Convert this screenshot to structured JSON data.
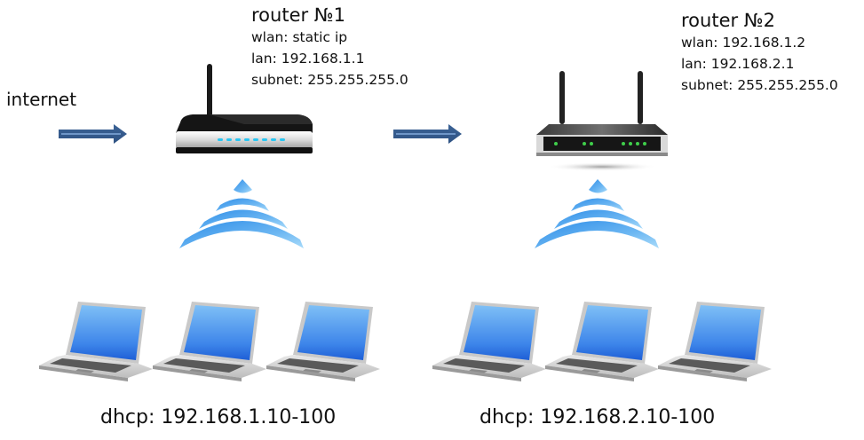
{
  "diagram": {
    "internet_label": "internet",
    "routers": [
      {
        "title": "router №1",
        "wlan": "wlan: static ip",
        "lan": "lan: 192.168.1.1",
        "subnet": "subnet: 255.255.255.0",
        "icon": "router-one-antenna-icon",
        "led_color": "#29c6f2",
        "dhcp": "dhcp: 192.168.1.10-100",
        "clients": 3
      },
      {
        "title": "router №2",
        "wlan": "wlan: 192.168.1.2",
        "lan": "lan: 192.168.2.1",
        "subnet": "subnet: 255.255.255.0",
        "icon": "router-two-antenna-icon",
        "led_color": "#3fce4a",
        "dhcp": "dhcp: 192.168.2.10-100",
        "clients": 3
      }
    ],
    "arrow_color": "#3a5f8f",
    "wifi_color": "#4a9ee6"
  }
}
